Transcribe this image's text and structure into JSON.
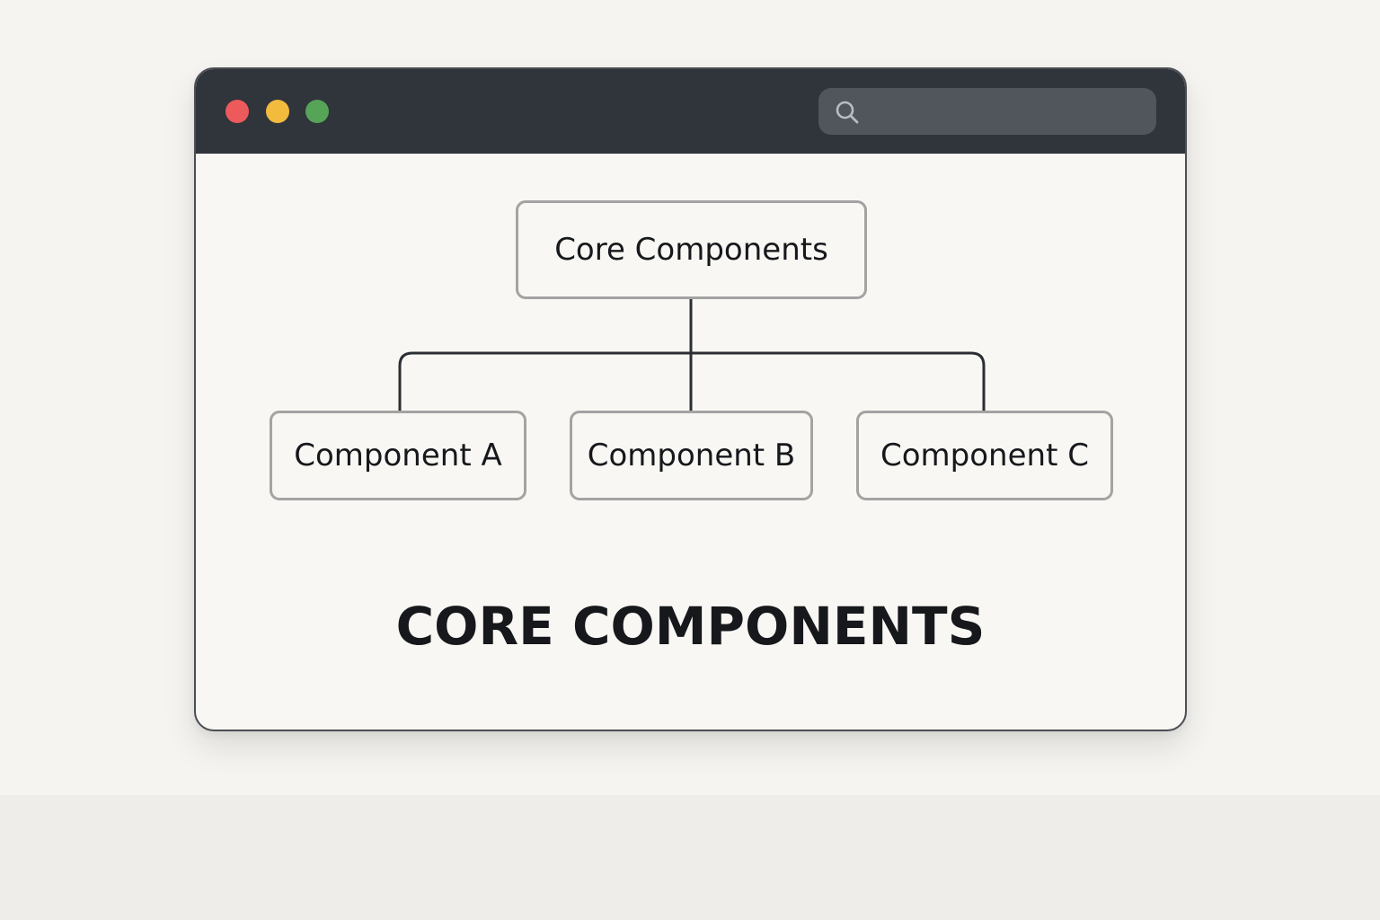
{
  "window": {
    "controls": {
      "close_color": "#ed5a5b",
      "minimize_color": "#f2bb3d",
      "maximize_color": "#55a458"
    },
    "search": {
      "icon": "search-icon",
      "value": "",
      "placeholder": ""
    }
  },
  "diagram": {
    "root": {
      "label": "Core Components"
    },
    "children": [
      {
        "label": "Component A"
      },
      {
        "label": "Component B"
      },
      {
        "label": "Component C"
      }
    ]
  },
  "caption": "CORE COMPONENTS"
}
